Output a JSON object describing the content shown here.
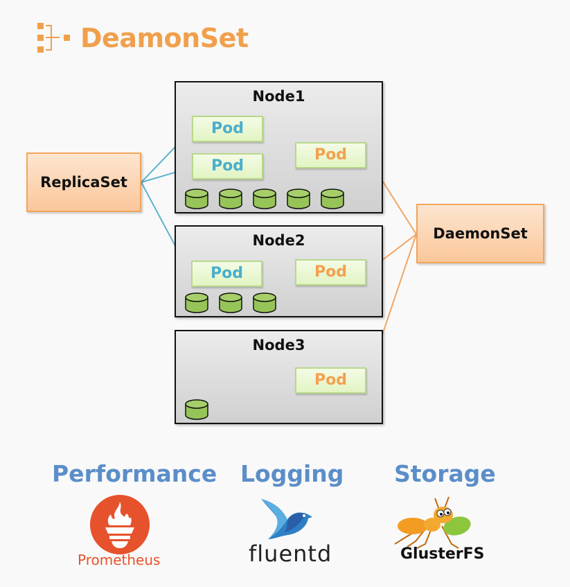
{
  "title": {
    "text": "DeamonSet",
    "icon": "hierarchy-icon",
    "color": "#f0a04c"
  },
  "controllers": {
    "replicaset": {
      "label": "ReplicaSet"
    },
    "daemonset": {
      "label": "DaemonSet"
    }
  },
  "nodes": [
    {
      "label": "Node1",
      "pods": [
        {
          "label": "Pod",
          "owner": "replicaset"
        },
        {
          "label": "Pod",
          "owner": "replicaset"
        },
        {
          "label": "Pod",
          "owner": "daemonset"
        }
      ],
      "disks": 5
    },
    {
      "label": "Node2",
      "pods": [
        {
          "label": "Pod",
          "owner": "replicaset"
        },
        {
          "label": "Pod",
          "owner": "daemonset"
        }
      ],
      "disks": 3
    },
    {
      "label": "Node3",
      "pods": [
        {
          "label": "Pod",
          "owner": "daemonset"
        }
      ],
      "disks": 1
    }
  ],
  "colors": {
    "replicaset_arrow": "#5bb3cc",
    "daemonset_arrow": "#f3a461",
    "category": "#5b8ec9"
  },
  "use_cases": [
    {
      "category": "Performance",
      "tool": "Prometheus",
      "icon": "prometheus-logo-icon"
    },
    {
      "category": "Logging",
      "tool": "fluentd",
      "icon": "fluentd-bird-icon"
    },
    {
      "category": "Storage",
      "tool": "GlusterFS",
      "icon": "glusterfs-ant-icon"
    }
  ]
}
